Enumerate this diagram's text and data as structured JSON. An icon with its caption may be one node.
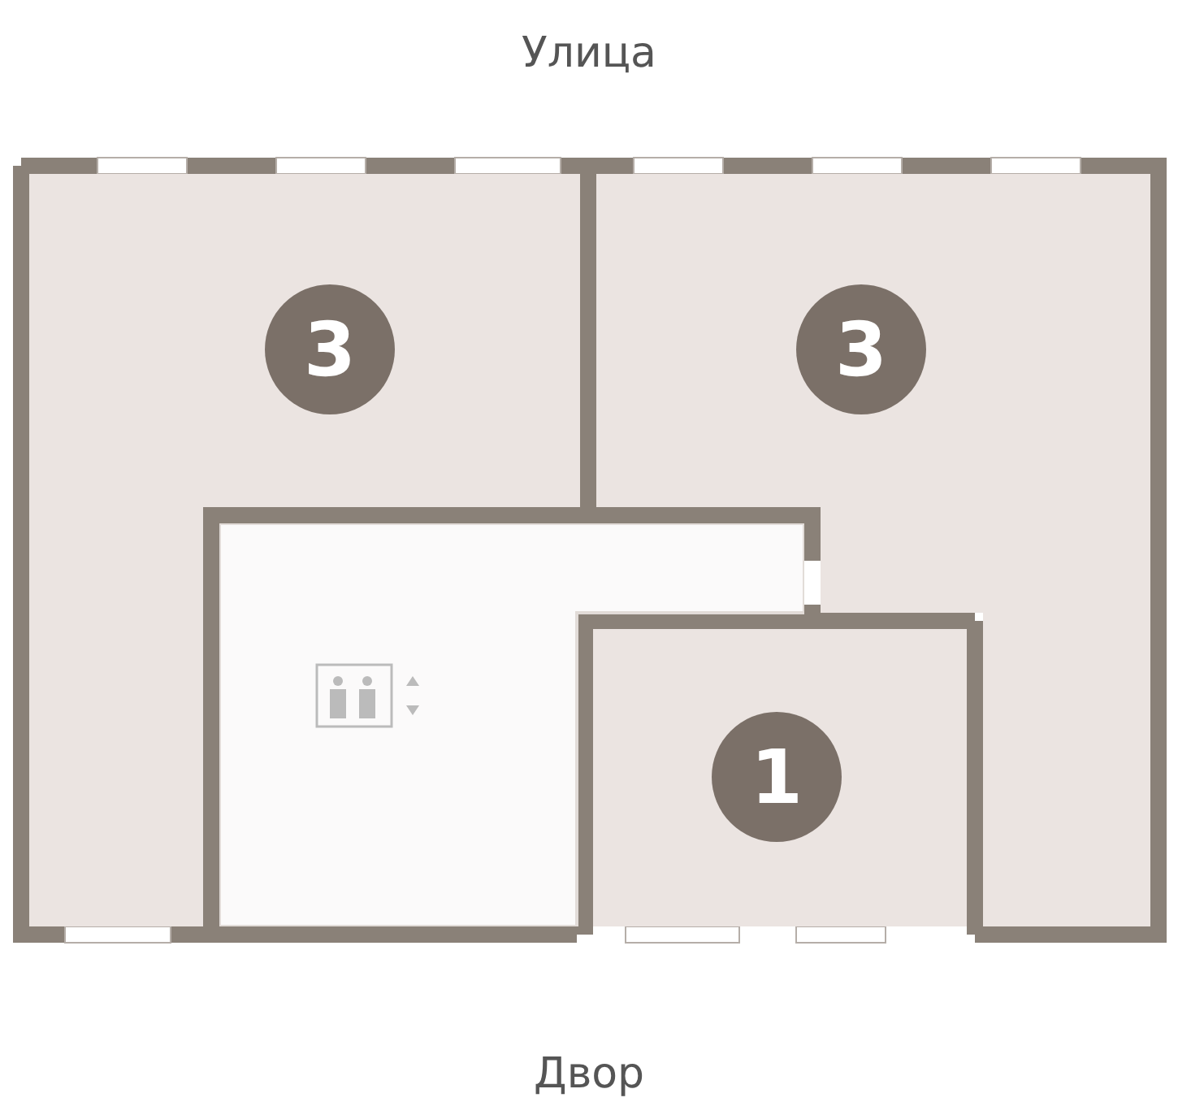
{
  "diagram": {
    "nodes": [
      {
        "text": [
          "3"
        ]
      },
      {
        "text": [
          "3"
        ]
      },
      {
        "text": [],
        "shape": "box"
      },
      {
        "text": [
          "1"
        ]
      }
    ],
    "labels": [
      "Улица",
      "Двор"
    ]
  }
}
